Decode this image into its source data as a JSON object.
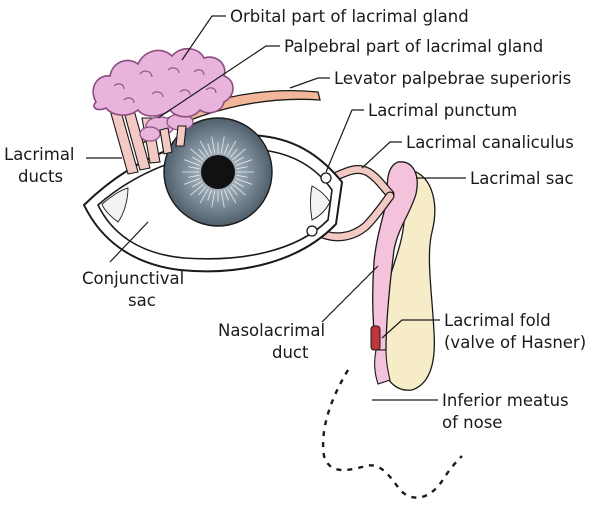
{
  "labels": {
    "orbital_gland": "Orbital part of lacrimal gland",
    "palpebral_gland": "Palpebral part of lacrimal gland",
    "levator": "Levator palpebrae superioris",
    "punctum": "Lacrimal punctum",
    "canaliculus": "Lacrimal canaliculus",
    "sac": "Lacrimal sac",
    "ducts_line1": "Lacrimal",
    "ducts_line2": "ducts",
    "conj_line1": "Conjunctival",
    "conj_line2": "sac",
    "nasolac_line1": "Nasolacrimal",
    "nasolac_line2": "duct",
    "fold_line1": "Lacrimal fold",
    "fold_line2": "(valve of Hasner)",
    "meatus_line1": "Inferior meatus",
    "meatus_line2": "of nose"
  },
  "colors": {
    "gland_fill": "#e8b3dc",
    "gland_stroke": "#8a4d7e",
    "levator_fill": "#f2b79a",
    "duct_fill": "#f3c9c3",
    "iris": "#6f8190",
    "pupil": "#111111",
    "sac_fill": "#f4c2da",
    "nasal_fill": "#f6ecc8",
    "fold_fill": "#c0363a",
    "outline": "#1a1a1a"
  }
}
